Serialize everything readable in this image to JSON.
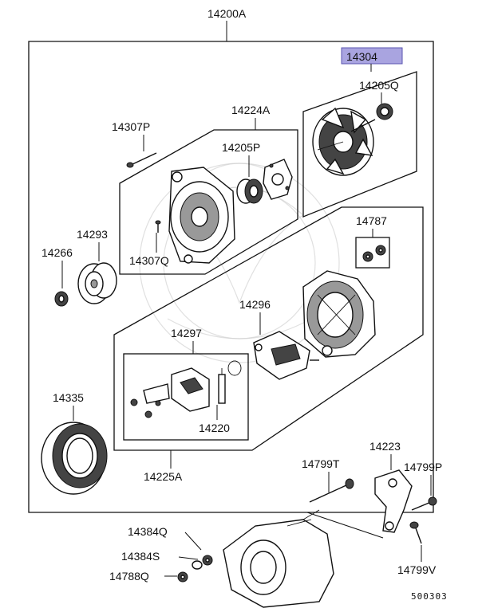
{
  "labels": {
    "assembly": "14200A",
    "rear_kit": "14304",
    "rear_bearing": "14205Q",
    "front_bearing": "14205P",
    "bracket_front": "14224A",
    "through_bolt": "14307P",
    "screw_front": "14307Q",
    "pulley": "14293",
    "pulley_nut": "14266",
    "bracket_rear_kit": "14225A",
    "rear_nut_set": "14787",
    "rectifier": "14296",
    "regulator_kit": "14297",
    "brush": "14220",
    "stator": "14335",
    "bracket_stay": "14223",
    "bolt_long": "14799T",
    "bolt_p": "14799P",
    "bolt_v": "14799V",
    "nut_q": "14384Q",
    "washer_s": "14384S",
    "nut_small": "14788Q"
  },
  "diagram_code": "500303",
  "colors": {
    "highlight_fill": "#a9a4e0",
    "highlight_stroke": "#5a55b0",
    "line": "#111111"
  }
}
